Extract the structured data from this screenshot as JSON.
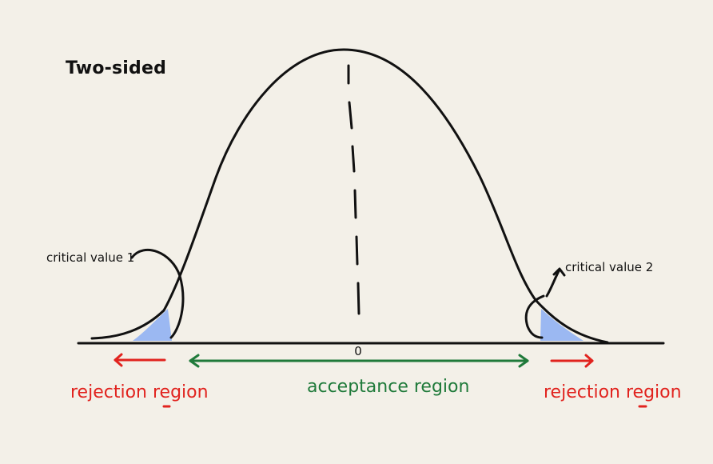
{
  "diagram": {
    "title": "Two-sided",
    "mean_label": "0",
    "critical_value_1": "critical value 1",
    "critical_value_2": "critical value 2",
    "rejection_left": "rejection region",
    "acceptance": "acceptance region",
    "rejection_right": "rejection region"
  },
  "colors": {
    "background": "#f3f0e8",
    "curve": "#111111",
    "shade": "#9bb8f2",
    "rejection": "#e1231e",
    "acceptance": "#1f7a3a"
  }
}
